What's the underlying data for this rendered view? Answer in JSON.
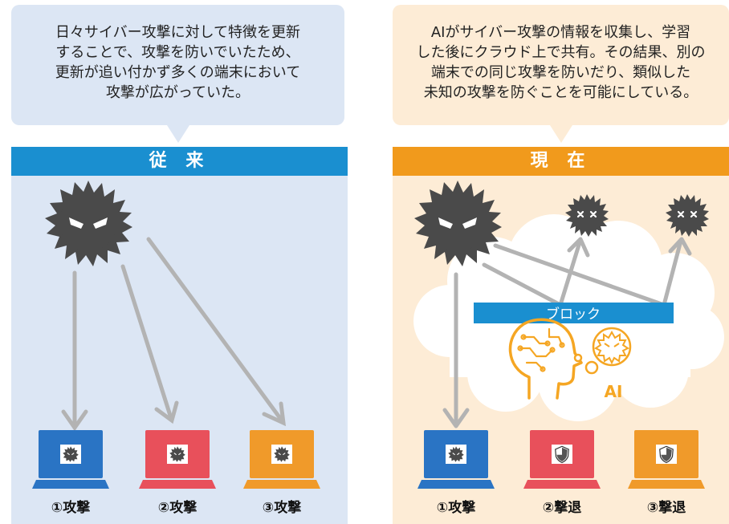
{
  "left": {
    "bubble_lines": [
      "日々サイバー攻撃に対して特徴を更新",
      "することで、攻撃を防いでいたため、",
      "更新が追い付かず多くの端末において",
      "攻撃が広がっていた。"
    ],
    "header": "従 来",
    "devices": [
      {
        "label": "①攻撃",
        "screen_color": "#2a74c4",
        "icon": "virus-icon"
      },
      {
        "label": "②攻撃",
        "screen_color": "#e8505b",
        "icon": "virus-icon"
      },
      {
        "label": "③攻撃",
        "screen_color": "#f09a2a",
        "icon": "virus-icon"
      }
    ]
  },
  "right": {
    "bubble_lines": [
      "AIがサイバー攻撃の情報を収集し、学習",
      "した後にクラウド上で共有。その結果、別の",
      "端末での同じ攻撃を防いだり、類似した",
      "未知の攻撃を防ぐことを可能にしている。"
    ],
    "header": "現 在",
    "block_label": "ブロック",
    "ai_label": "AI",
    "devices": [
      {
        "label": "①攻撃",
        "screen_color": "#2a74c4",
        "icon": "virus-icon"
      },
      {
        "label": "②撃退",
        "screen_color": "#e8505b",
        "icon": "shield-icon"
      },
      {
        "label": "③撃退",
        "screen_color": "#f09a2a",
        "icon": "shield-icon"
      }
    ]
  },
  "colors": {
    "left_bg": "#dce6f4",
    "left_header": "#1a8fd0",
    "right_bg": "#fdecd6",
    "right_header": "#f19a1c",
    "arrow": "#b3b3b3",
    "virus": "#4a4a4a",
    "block_bar": "#1a8fd0",
    "ai_outline": "#f5a623"
  }
}
